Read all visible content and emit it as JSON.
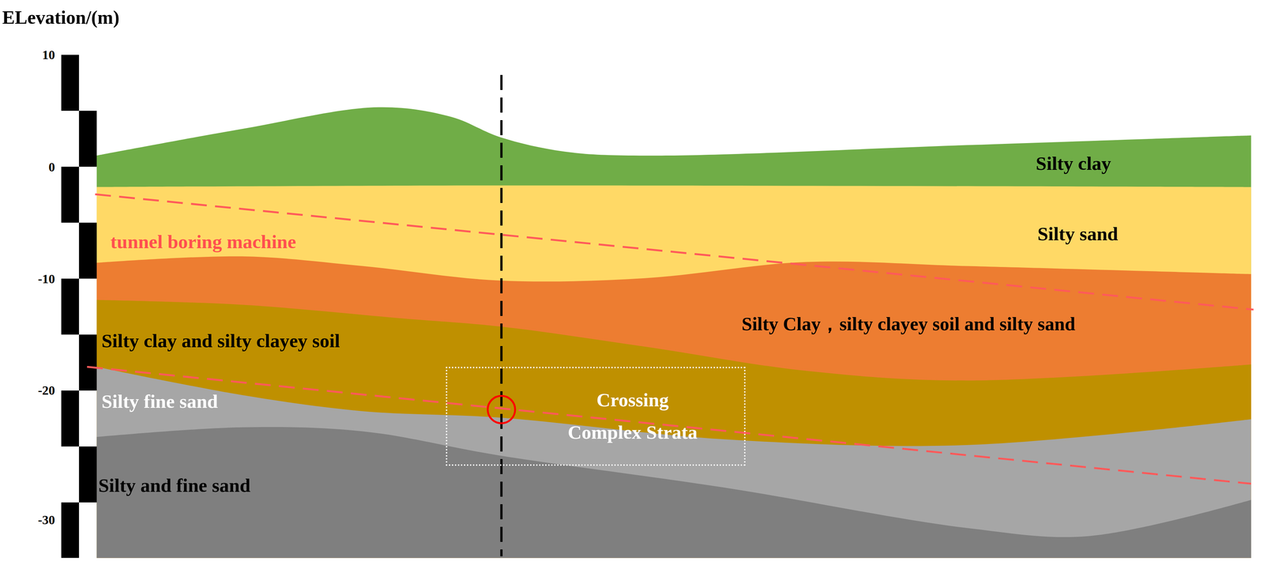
{
  "diagram": {
    "nodes": [
      {
        "text": [
          "Crossing Complex Strata"
        ]
      }
    ],
    "labels": [
      "ELevation/(m)",
      "10",
      "0",
      "-10",
      "-20",
      "-30",
      "Silty clay",
      "Silty sand",
      "tunnel boring machine",
      "Silty Clay，silty clayey soil and silty sand",
      "Silty clay and silty clayey soil",
      "Silty fine sand",
      "Silty and fine sand"
    ]
  }
}
